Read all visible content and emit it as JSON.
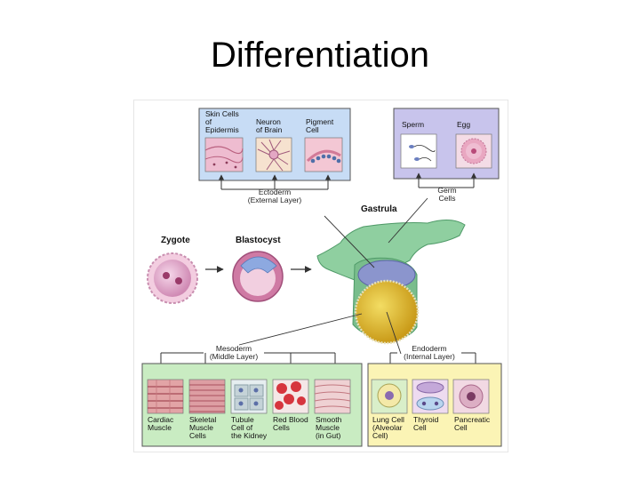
{
  "slide": {
    "title": "Differentiation"
  },
  "diagram": {
    "ectoderm": {
      "label_line1": "Ectoderm",
      "label_line2": "(External Layer)",
      "cells": [
        {
          "line1": "Skin Cells",
          "line2": "of",
          "line3": "Epidermis"
        },
        {
          "line1": "Neuron",
          "line2": "of Brain",
          "line3": ""
        },
        {
          "line1": "Pigment",
          "line2": "Cell",
          "line3": ""
        }
      ]
    },
    "germ": {
      "label_line1": "Germ",
      "label_line2": "Cells",
      "cells": [
        {
          "line1": "Sperm"
        },
        {
          "line1": "Egg"
        }
      ]
    },
    "stages": {
      "zygote": "Zygote",
      "blastocyst": "Blastocyst",
      "gastrula": "Gastrula"
    },
    "mesoderm": {
      "label_line1": "Mesoderm",
      "label_line2": "(Middle Layer)",
      "cells": [
        {
          "line1": "Cardiac",
          "line2": "Muscle",
          "line3": ""
        },
        {
          "line1": "Skeletal",
          "line2": "Muscle",
          "line3": "Cells"
        },
        {
          "line1": "Tubule",
          "line2": "Cell of",
          "line3": "the Kidney"
        },
        {
          "line1": "Red Blood",
          "line2": "Cells",
          "line3": ""
        },
        {
          "line1": "Smooth",
          "line2": "Muscle",
          "line3": "(in Gut)"
        }
      ]
    },
    "endoderm": {
      "label_line1": "Endoderm",
      "label_line2": "(Internal Layer)",
      "cells": [
        {
          "line1": "Lung Cell",
          "line2": "(Alveolar",
          "line3": "Cell)"
        },
        {
          "line1": "Thyroid",
          "line2": "Cell",
          "line3": ""
        },
        {
          "line1": "Pancreatic",
          "line2": "Cell",
          "line3": ""
        }
      ]
    }
  }
}
